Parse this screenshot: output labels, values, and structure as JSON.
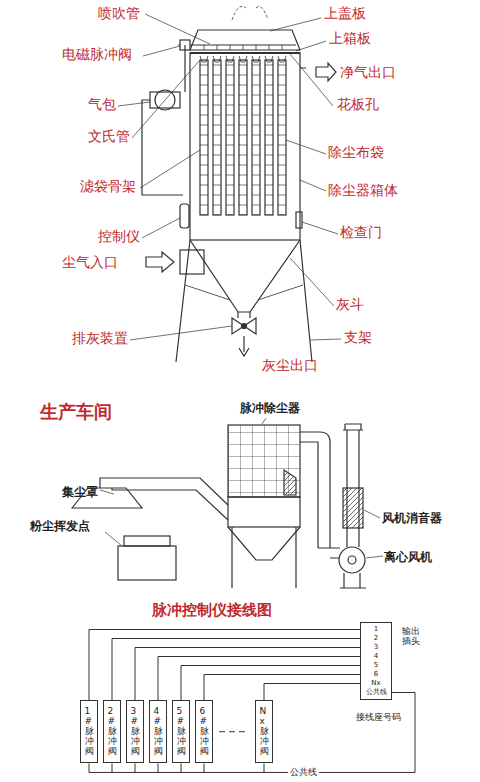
{
  "diagram": {
    "nodes": [
      {
        "text": [
          "1#脉冲阀"
        ]
      },
      {
        "text": [
          "2#脉冲阀"
        ]
      },
      {
        "text": [
          "3#脉冲阀"
        ]
      },
      {
        "text": [
          "4#脉冲阀"
        ]
      },
      {
        "text": [
          "5#脉冲阀"
        ]
      },
      {
        "text": [
          "6#脉冲阀"
        ]
      },
      {
        "text": [
          "Nx脉冲阀"
        ]
      },
      {
        "text": [
          "1",
          "2",
          "3",
          "4",
          "5",
          "6",
          "Nx",
          "公共线"
        ]
      }
    ],
    "edges": [
      {
        "from": 0,
        "to": 7,
        "arrow": "none"
      },
      {
        "from": 1,
        "to": 7,
        "arrow": "none"
      },
      {
        "from": 2,
        "to": 7,
        "arrow": "none"
      },
      {
        "from": 3,
        "to": 7,
        "arrow": "none"
      },
      {
        "from": 4,
        "to": 7,
        "arrow": "none"
      },
      {
        "from": 5,
        "to": 7,
        "arrow": "none"
      },
      {
        "from": 6,
        "to": 7,
        "arrow": "none"
      }
    ],
    "labels": [
      "喷吹管",
      "电磁脉冲阀",
      "气包",
      "文氏管",
      "滤袋骨架",
      "控制仪",
      "尘气入口",
      "排灰装置",
      "灰尘出口",
      "上盖板",
      "上箱板",
      "净气出口",
      "花板孔",
      "除尘布袋",
      "除尘器箱体",
      "检查门",
      "灰斗",
      "支架",
      "生产车间",
      "脉冲除尘器",
      "集尘罩",
      "粉尘挥发点",
      "风机消音器",
      "离心风机",
      "脉冲控制仪接线图",
      "输出插头",
      "接线座号码",
      "公共线"
    ]
  }
}
